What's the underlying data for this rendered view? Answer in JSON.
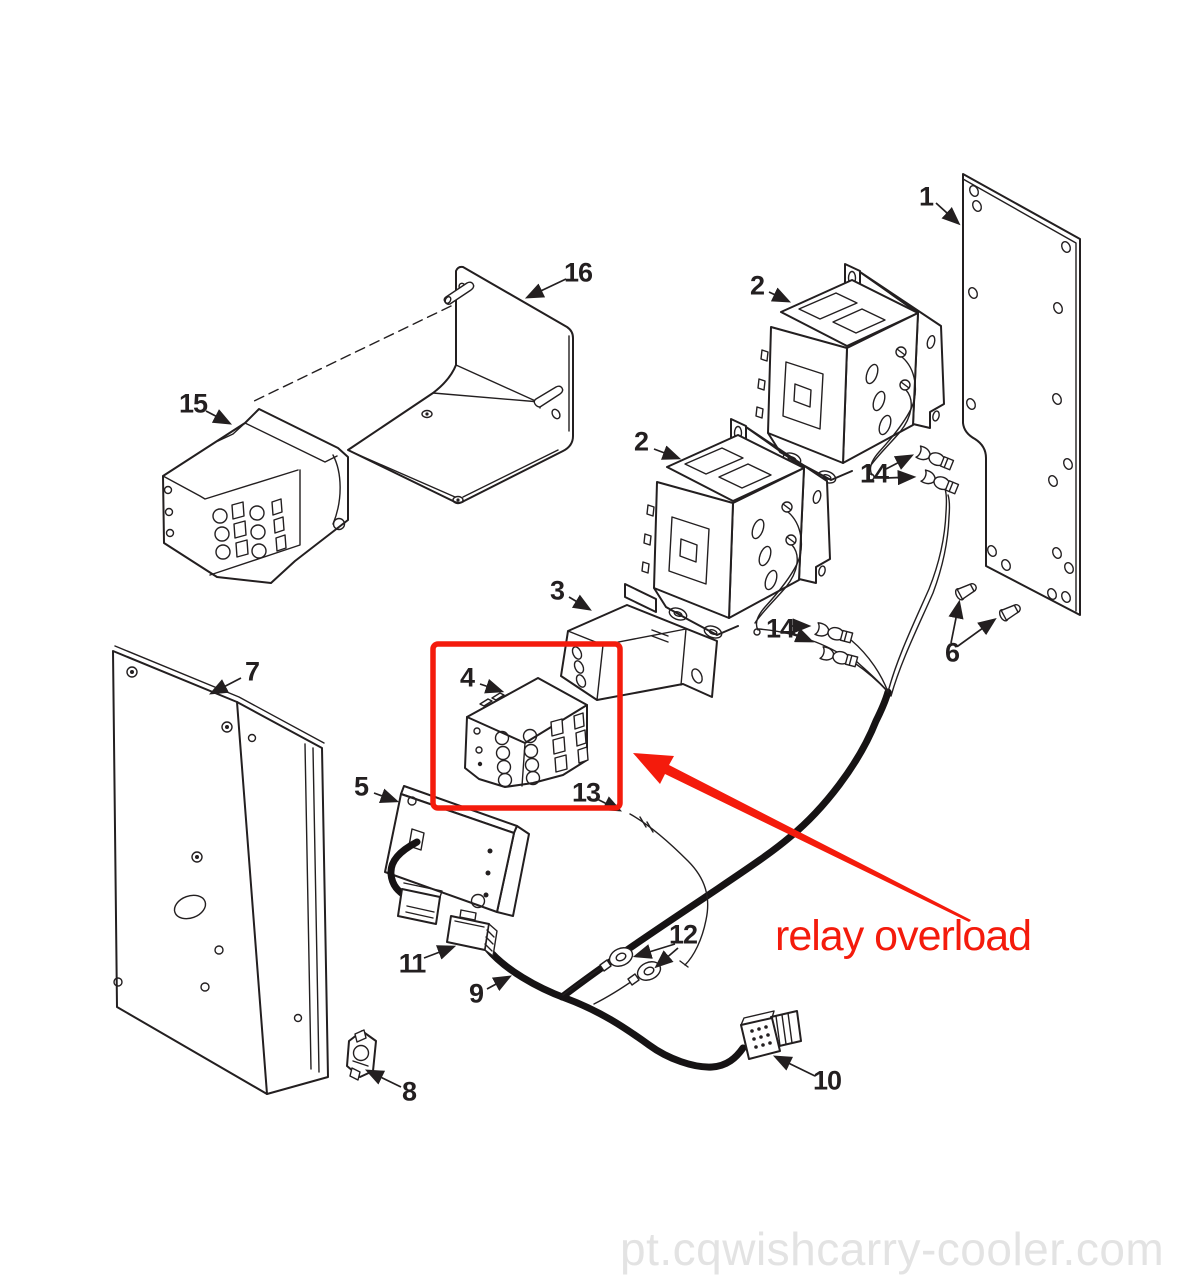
{
  "annotation": {
    "text": "relay overload"
  },
  "watermark": {
    "text": "pt.cqwishcarry-cooler.com"
  },
  "part_labels": {
    "1": "1",
    "2": "2",
    "3": "3",
    "4": "4",
    "5": "5",
    "6": "6",
    "7": "7",
    "8": "8",
    "9": "9",
    "10": "10",
    "11": "11",
    "12": "12",
    "13": "13",
    "14": "14",
    "15": "15",
    "16": "16"
  },
  "colors": {
    "accent_red": "#f41b0c",
    "line": "#231f20",
    "watermark_gray": "#e3e3e3"
  }
}
